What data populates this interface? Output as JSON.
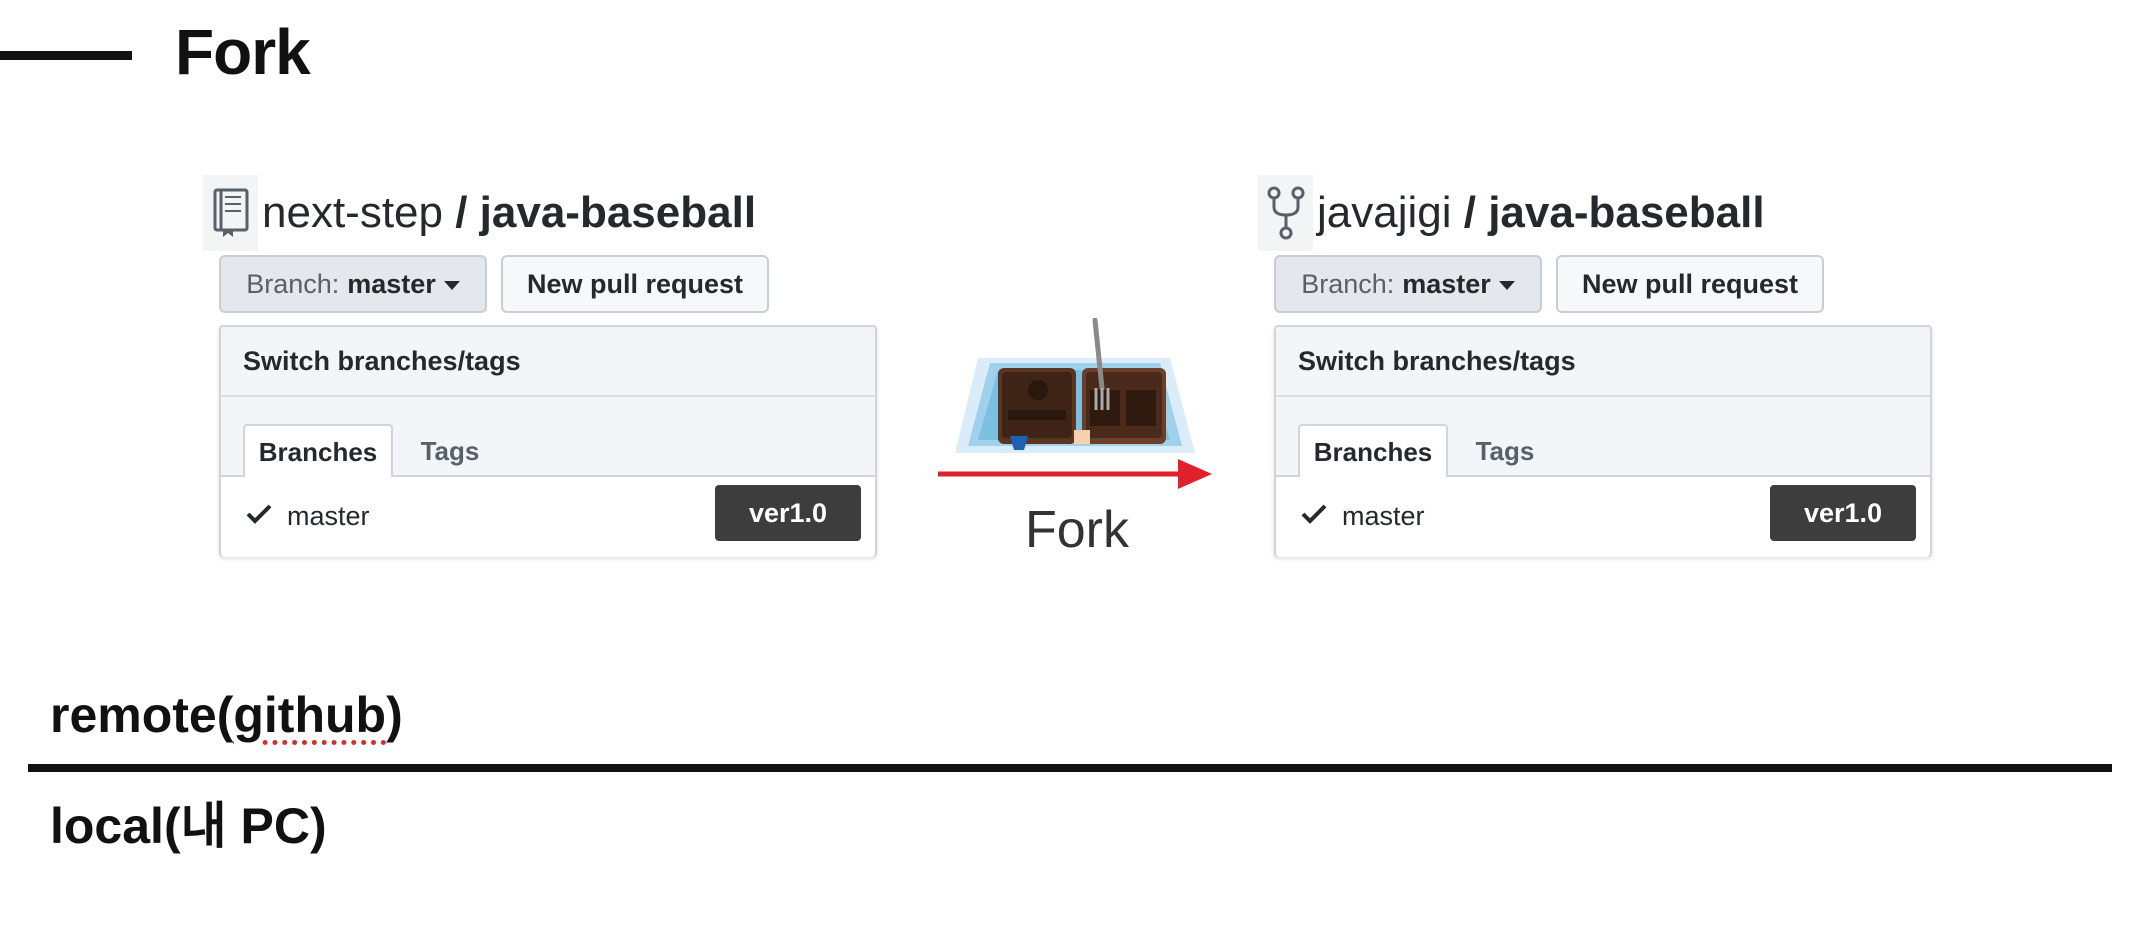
{
  "slide": {
    "title": "Fork"
  },
  "repos": [
    {
      "icon": "repo-book-icon",
      "owner": "next-step",
      "separator": " / ",
      "name": "java-baseball",
      "branch_label": "Branch:",
      "branch_value": "master",
      "pull_request_label": "New pull request",
      "panel_title": "Switch branches/tags",
      "tabs": [
        "Branches",
        "Tags"
      ],
      "row_label": "master",
      "badge": "ver1.0"
    },
    {
      "icon": "fork-icon",
      "owner": "javajigi",
      "separator": " / ",
      "name": "java-baseball",
      "branch_label": "Branch:",
      "branch_value": "master",
      "pull_request_label": "New pull request",
      "panel_title": "Switch branches/tags",
      "tabs": [
        "Branches",
        "Tags"
      ],
      "row_label": "master",
      "badge": "ver1.0"
    }
  ],
  "fork_arrow": {
    "caption": "Fork",
    "color": "#e0202a"
  },
  "labels": {
    "remote_prefix": "remote(",
    "remote_word": "github",
    "remote_suffix": ")",
    "local": "local(내 PC)"
  }
}
